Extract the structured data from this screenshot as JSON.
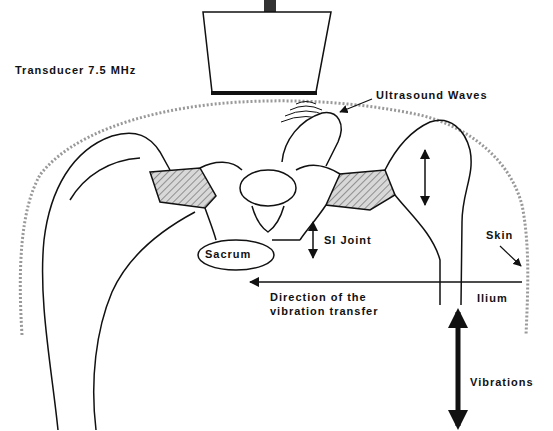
{
  "diagram": {
    "labels": [
      "Transducer 7.5 MHz",
      "Ultrasound Waves",
      "Skin",
      "Sacrum",
      "SI Joint",
      "Ilium",
      "Direction of the vibration transfer",
      "Vibrations"
    ]
  }
}
